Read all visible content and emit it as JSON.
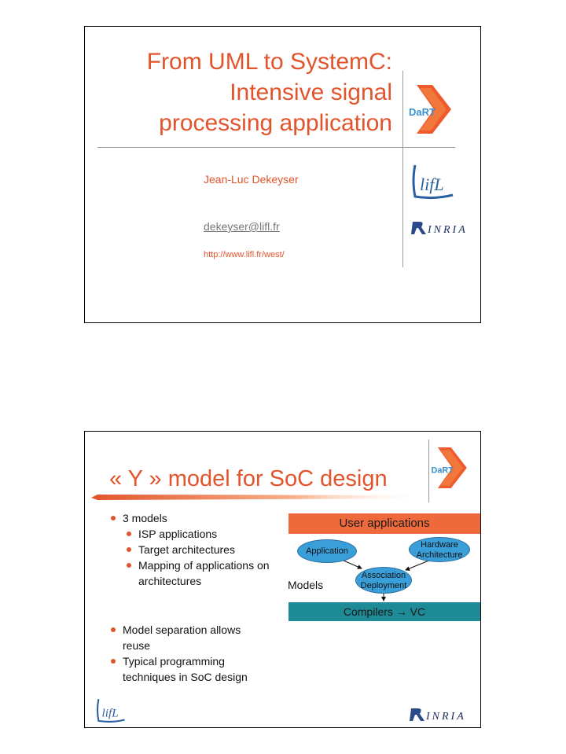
{
  "slide1": {
    "title_lines": [
      "From UML to SystemC:",
      "Intensive signal",
      "processing application"
    ],
    "author": "Jean-Luc Dekeyser",
    "email": "dekeyser@lifl.fr",
    "url": "http://www.lifl.fr/west/",
    "dart_logo_text": "DaRT",
    "lifl_logo_text": "lifL",
    "inria_logo_text": "INRIA"
  },
  "slide2": {
    "title": "« Y » model for SoC design",
    "bullets": [
      {
        "text": "3 models",
        "subs": [
          "ISP applications",
          "Target architectures",
          "Mapping of applications on architectures"
        ]
      },
      {
        "text": "Model separation allows reuse",
        "subs": []
      },
      {
        "text": "Typical programming techniques in SoC design",
        "subs": []
      }
    ],
    "diagram": {
      "user_applications": "User applications",
      "application": "Application",
      "hardware_architecture": "Hardware Architecture",
      "association_deployment": "Association Deployment",
      "models_label": "Models",
      "compilers": "Compilers → VC"
    },
    "dart_logo_text": "DaRT",
    "lifl_logo_text": "lifL",
    "inria_logo_text": "INRIA"
  },
  "colors": {
    "accent": "#e2542c",
    "user_bar": "#ee6a3c",
    "compiler_bar": "#1e8a96",
    "ellipse": "#3a9fd8"
  }
}
